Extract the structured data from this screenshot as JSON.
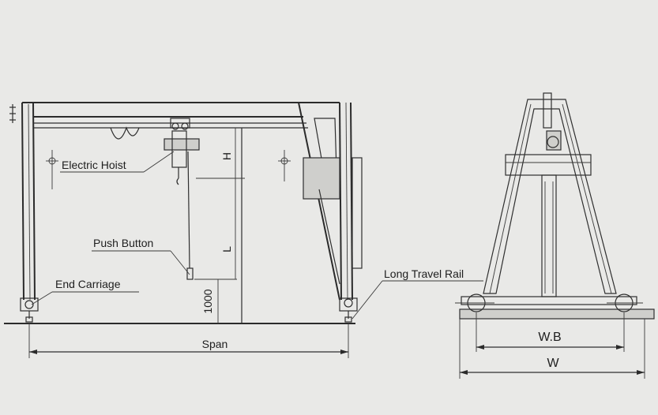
{
  "labels": {
    "electric_hoist": "Electric Hoist",
    "push_button": "Push Button",
    "end_carriage": "End Carriage",
    "long_travel_rail": "Long Travel Rail"
  },
  "dimensions": {
    "span": "Span",
    "height": "H",
    "lift": "L",
    "button_height": "1000",
    "wheel_base": "W.B",
    "width": "W"
  },
  "colors": {
    "background": "#e9e9e7",
    "ink": "#2b2b2b"
  }
}
